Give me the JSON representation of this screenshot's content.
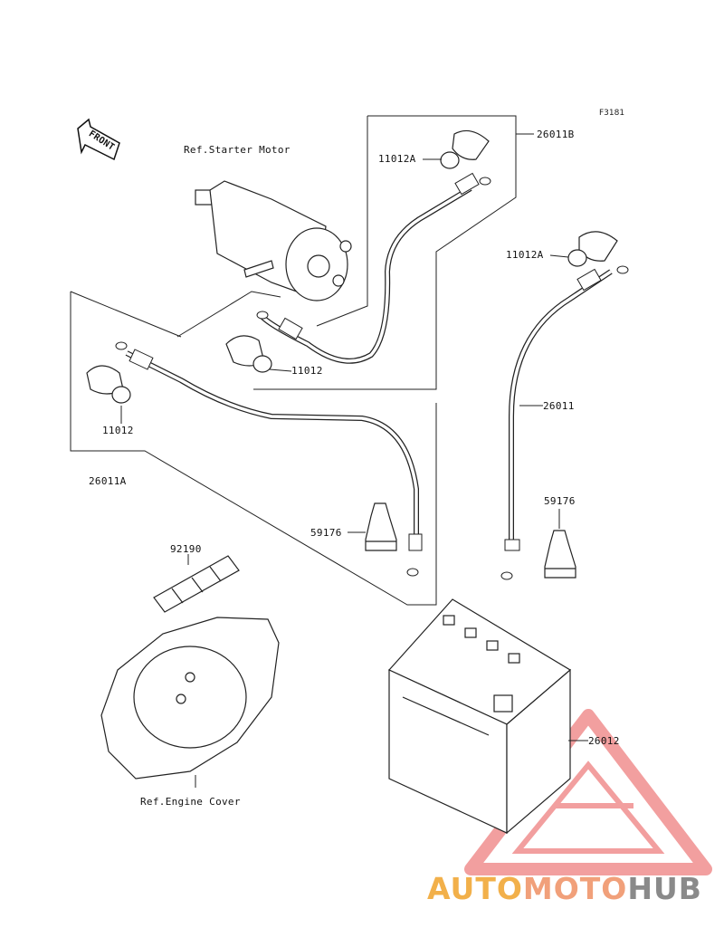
{
  "figure_code": "F3181",
  "front_label": "FRONT",
  "parts": {
    "cable_b": "26011B",
    "cap_b": "11012A",
    "cap_r": "11012A",
    "cap_mid": "11012",
    "cap_left": "11012",
    "cable_a": "26011A",
    "cable": "26011",
    "boot_left": "59176",
    "boot_right": "59176",
    "tube": "92190",
    "battery": "26012"
  },
  "refs": {
    "starter_motor": "Ref.Starter Motor",
    "engine_cover": "Ref.Engine Cover"
  },
  "watermark": {
    "part1": "AUTO",
    "part2": "MOTO",
    "part3": "HUB",
    "colors": {
      "part1": "#f2b04a",
      "part2": "#f1a07a",
      "part3": "#8a8a8a",
      "triangle": "#ee7f7f"
    }
  }
}
